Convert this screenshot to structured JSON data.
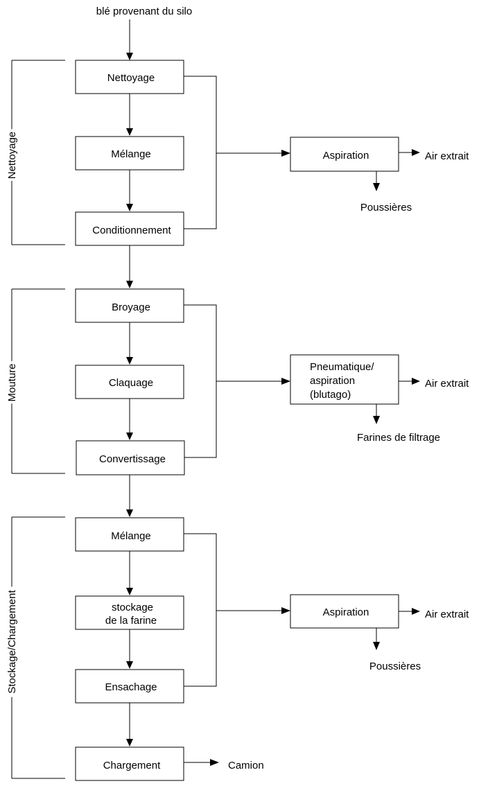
{
  "input_label": "blé provenant du silo",
  "sections": [
    {
      "label": "Nettoyage"
    },
    {
      "label": "Mouture"
    },
    {
      "label": "Stockage/Chargement"
    }
  ],
  "process_steps": [
    {
      "lines": [
        "Nettoyage"
      ]
    },
    {
      "lines": [
        "Mélange"
      ]
    },
    {
      "lines": [
        "Conditionnement"
      ]
    },
    {
      "lines": [
        "Broyage"
      ]
    },
    {
      "lines": [
        "Claquage"
      ]
    },
    {
      "lines": [
        "Convertissage"
      ]
    },
    {
      "lines": [
        "Mélange"
      ]
    },
    {
      "lines": [
        "stockage",
        "de la farine"
      ]
    },
    {
      "lines": [
        "Ensachage"
      ]
    },
    {
      "lines": [
        "Chargement"
      ]
    }
  ],
  "side_processes": [
    {
      "lines": [
        "Aspiration"
      ],
      "output_right": "Air extrait",
      "output_below": "Poussières"
    },
    {
      "lines": [
        "Pneumatique/",
        "aspiration",
        "(blutago)"
      ],
      "output_right": "Air extrait",
      "output_below": "Farines de filtrage"
    },
    {
      "lines": [
        "Aspiration"
      ],
      "output_right": "Air extrait",
      "output_below": "Poussières"
    }
  ],
  "final_output": "Camion"
}
